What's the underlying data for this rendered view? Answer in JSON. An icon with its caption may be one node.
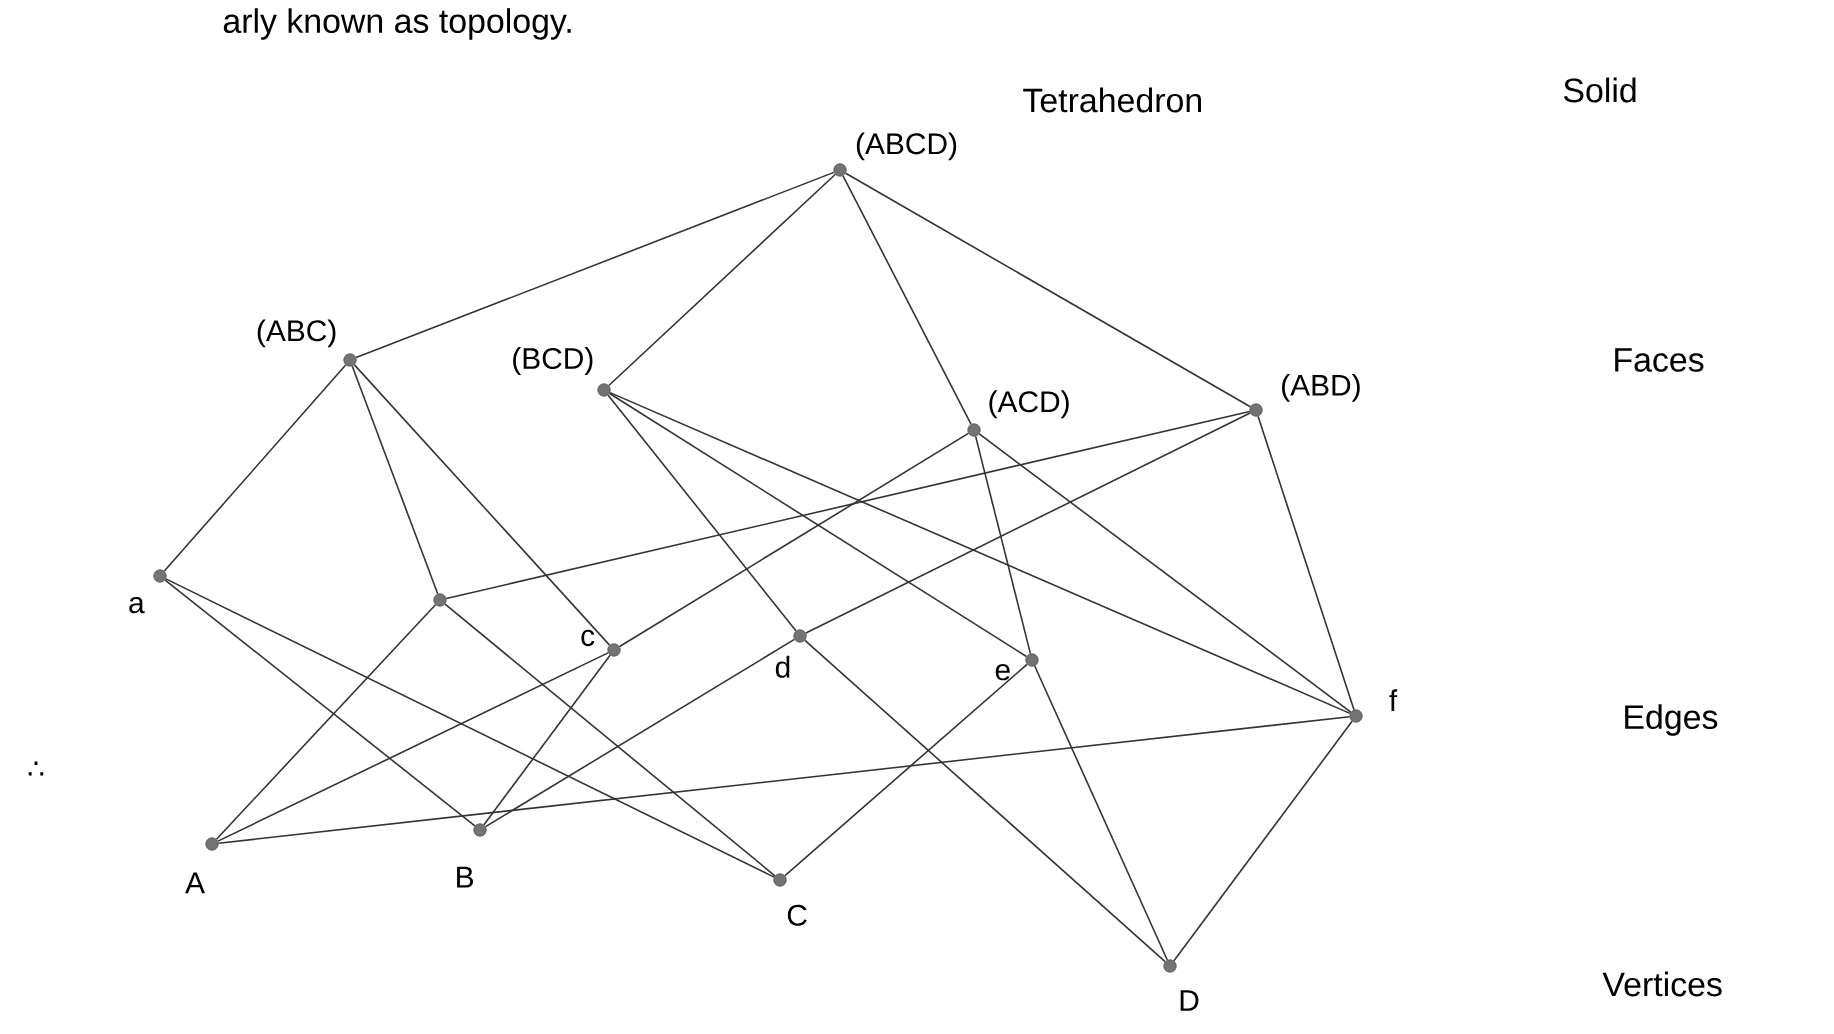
{
  "diagram": {
    "nodes": [
      {
        "text": [
          "(ABCD)"
        ]
      },
      {
        "text": [
          "(ABC)"
        ]
      },
      {
        "text": [
          "(BCD)"
        ]
      },
      {
        "text": [
          "(ACD)"
        ]
      },
      {
        "text": [
          "(ABD)"
        ]
      },
      {
        "text": [
          "a"
        ]
      },
      {
        "text": [],
        "shape": "circle"
      },
      {
        "text": [
          "c"
        ]
      },
      {
        "text": [
          "d"
        ]
      },
      {
        "text": [
          "e"
        ]
      },
      {
        "text": [
          "f"
        ]
      },
      {
        "text": [
          "A"
        ]
      },
      {
        "text": [
          "B"
        ]
      },
      {
        "text": [
          "C"
        ]
      },
      {
        "text": [
          "D"
        ]
      }
    ],
    "edges": [
      {
        "from": 0,
        "to": 1,
        "arrow": "none"
      },
      {
        "from": 0,
        "to": 2,
        "arrow": "none"
      },
      {
        "from": 0,
        "to": 3,
        "arrow": "none"
      },
      {
        "from": 0,
        "to": 4,
        "arrow": "none"
      },
      {
        "from": 1,
        "to": 5,
        "arrow": "none"
      },
      {
        "from": 1,
        "to": 6,
        "arrow": "none"
      },
      {
        "from": 1,
        "to": 7,
        "arrow": "none"
      },
      {
        "from": 2,
        "to": 8,
        "arrow": "none"
      },
      {
        "from": 2,
        "to": 9,
        "arrow": "none"
      },
      {
        "from": 2,
        "to": 10,
        "arrow": "none"
      },
      {
        "from": 3,
        "to": 7,
        "arrow": "none"
      },
      {
        "from": 3,
        "to": 9,
        "arrow": "none"
      },
      {
        "from": 3,
        "to": 10,
        "arrow": "none"
      },
      {
        "from": 4,
        "to": 6,
        "arrow": "none"
      },
      {
        "from": 4,
        "to": 8,
        "arrow": "none"
      },
      {
        "from": 4,
        "to": 10,
        "arrow": "none"
      },
      {
        "from": 5,
        "to": 12,
        "arrow": "none"
      },
      {
        "from": 5,
        "to": 13,
        "arrow": "none"
      },
      {
        "from": 6,
        "to": 11,
        "arrow": "none"
      },
      {
        "from": 6,
        "to": 13,
        "arrow": "none"
      },
      {
        "from": 7,
        "to": 11,
        "arrow": "none"
      },
      {
        "from": 7,
        "to": 12,
        "arrow": "none"
      },
      {
        "from": 8,
        "to": 12,
        "arrow": "none"
      },
      {
        "from": 8,
        "to": 14,
        "arrow": "none"
      },
      {
        "from": 9,
        "to": 13,
        "arrow": "none"
      },
      {
        "from": 9,
        "to": 14,
        "arrow": "none"
      },
      {
        "from": 10,
        "to": 11,
        "arrow": "none"
      },
      {
        "from": 10,
        "to": 14,
        "arrow": "none"
      }
    ],
    "labels": [
      "arly known as topology.",
      "Tetrahedron",
      "Solid",
      "Faces",
      "Edges",
      "∴",
      "Vertices"
    ]
  }
}
